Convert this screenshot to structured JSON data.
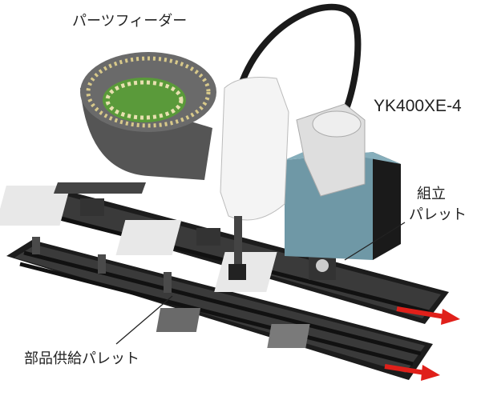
{
  "labels": {
    "parts_feeder": "パーツフィーダー",
    "robot_model": "YK400XE-4",
    "assembly_pallet_line1": "組立",
    "assembly_pallet_line2": "パレット",
    "parts_supply_pallet": "部品供給パレット"
  },
  "colors": {
    "conveyor": "#1a1a1a",
    "base_box": "#6f98a6",
    "arrow": "#e0201a",
    "feeder_green": "#5a9a3a"
  }
}
